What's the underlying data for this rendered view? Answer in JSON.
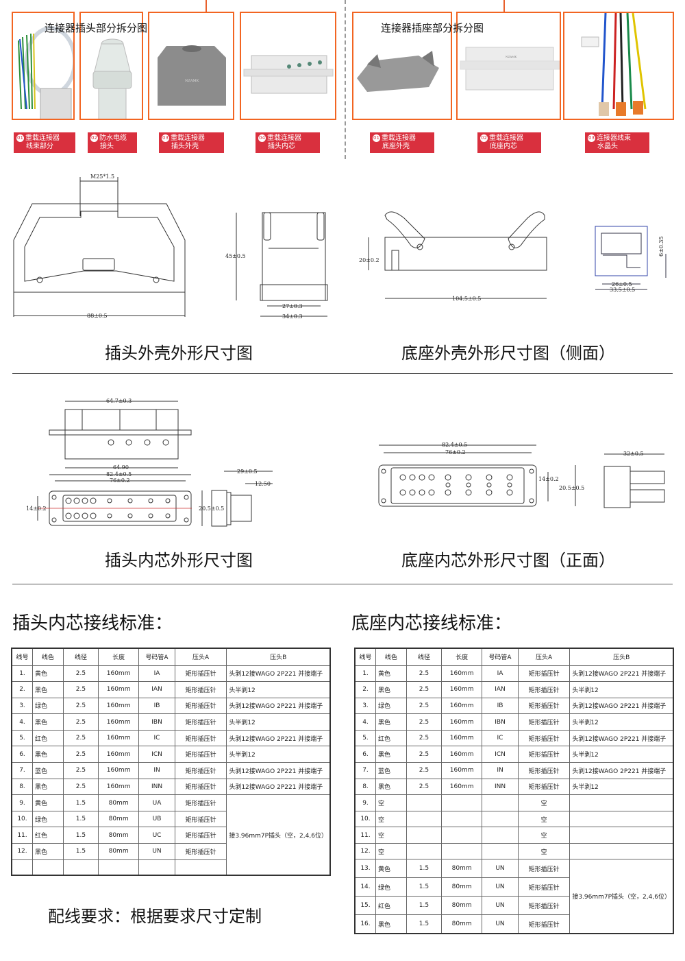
{
  "top": {
    "plug_title": "连接器插头部分拆分图",
    "socket_title": "连接器插座部分拆分图",
    "labels": [
      {
        "num": "01",
        "line1": "重载连接器",
        "line2": "线束部分"
      },
      {
        "num": "02",
        "line1": "防水电缆",
        "line2": "接头"
      },
      {
        "num": "03",
        "line1": "重载连接器",
        "line2": "插头外壳"
      },
      {
        "num": "04",
        "line1": "重载连接器",
        "line2": "插头内芯"
      },
      {
        "num": "01",
        "line1": "重载连接器",
        "line2": "底座外壳"
      },
      {
        "num": "02",
        "line1": "重载连接器",
        "line2": "底座内芯"
      },
      {
        "num": "03",
        "line1": "连接器线束",
        "line2": "水晶头"
      }
    ],
    "brand_mark": "NZAMK",
    "colors": {
      "frame": "#f26522",
      "label_bg": "#d9303e"
    }
  },
  "drawings": {
    "plug_shell": {
      "caption": "插头外壳外形尺寸图",
      "dims": {
        "thread": "M25*1.5",
        "width": "88±0.5",
        "height": "45±0.5",
        "inner": "27±0.3",
        "outer": "34±0.3"
      }
    },
    "base_shell": {
      "caption": "底座外壳外形尺寸图（侧面）",
      "dims": {
        "height": "20±0.2",
        "length": "104.5±0.5",
        "inner": "26±0.5",
        "outer": "33.5±0.5",
        "side": "6±0.35"
      }
    },
    "plug_core": {
      "caption": "插头内芯外形尺寸图",
      "dims": {
        "top": "64.7±0.3",
        "bottom": "64.90",
        "overall": "82.4±0.5",
        "holes": "76±0.2",
        "pitch": "14±0.2",
        "depth": "29±0.5",
        "pin": "12.50",
        "height": "20.5±0.5"
      }
    },
    "base_core": {
      "caption": "底座内芯外形尺寸图（正面）",
      "dims": {
        "overall": "82.4±0.5",
        "holes": "76±0.2",
        "pitch": "14±0.2",
        "height": "20.5±0.5",
        "depth": "32±0.5"
      }
    }
  },
  "plug_wiring": {
    "heading": "插头内芯接线标准：",
    "headers": [
      "线号",
      "线色",
      "线径",
      "长度",
      "号码管A",
      "压头A",
      "压头B"
    ],
    "rows": [
      [
        "1.",
        "黄色",
        "2.5",
        "160mm",
        "IA",
        "矩形插压针",
        "头剥12接WAGO 2P221 并接端子"
      ],
      [
        "2.",
        "黑色",
        "2.5",
        "160mm",
        "IAN",
        "矩形插压针",
        "头半剥12"
      ],
      [
        "3.",
        "绿色",
        "2.5",
        "160mm",
        "IB",
        "矩形插压针",
        "头剥12接WAGO 2P221 并接端子"
      ],
      [
        "4.",
        "黑色",
        "2.5",
        "160mm",
        "IBN",
        "矩形插压针",
        "头半剥12"
      ],
      [
        "5.",
        "红色",
        "2.5",
        "160mm",
        "IC",
        "矩形插压针",
        "头剥12接WAGO 2P221 并接端子"
      ],
      [
        "6.",
        "黑色",
        "2.5",
        "160mm",
        "ICN",
        "矩形插压针",
        "头半剥12"
      ],
      [
        "7.",
        "蓝色",
        "2.5",
        "160mm",
        "IN",
        "矩形插压针",
        "头剥12接WAGO 2P221 并接端子"
      ],
      [
        "8.",
        "黑色",
        "2.5",
        "160mm",
        "INN",
        "矩形插压针",
        "头剥12接WAGO 2P221 并接端子"
      ],
      [
        "9.",
        "黄色",
        "1.5",
        "80mm",
        "UA",
        "矩形插压针"
      ],
      [
        "10.",
        "绿色",
        "1.5",
        "80mm",
        "UB",
        "矩形插压针"
      ],
      [
        "11.",
        "红色",
        "1.5",
        "80mm",
        "UC",
        "矩形插压针"
      ],
      [
        "12.",
        "黑色",
        "1.5",
        "80mm",
        "UN",
        "矩形插压针"
      ],
      [
        "",
        "",
        "",
        "",
        "",
        ""
      ]
    ],
    "merged_b": "接3.96mm7P插头（空，2,4,6位）"
  },
  "socket_wiring": {
    "heading": "底座内芯接线标准：",
    "headers": [
      "线号",
      "线色",
      "线径",
      "长度",
      "号码管A",
      "压头A",
      "压头B"
    ],
    "rows": [
      [
        "1.",
        "黄色",
        "2.5",
        "160mm",
        "IA",
        "矩形插压针",
        "头剥12接WAGO 2P221 并接端子"
      ],
      [
        "2.",
        "黑色",
        "2.5",
        "160mm",
        "IAN",
        "矩形插压针",
        "头半剥12"
      ],
      [
        "3.",
        "绿色",
        "2.5",
        "160mm",
        "IB",
        "矩形插压针",
        "头剥12接WAGO 2P221 并接端子"
      ],
      [
        "4.",
        "黑色",
        "2.5",
        "160mm",
        "IBN",
        "矩形插压针",
        "头半剥12"
      ],
      [
        "5.",
        "红色",
        "2.5",
        "160mm",
        "IC",
        "矩形插压针",
        "头剥12接WAGO 2P221 并接端子"
      ],
      [
        "6.",
        "黑色",
        "2.5",
        "160mm",
        "ICN",
        "矩形插压针",
        "头半剥12"
      ],
      [
        "7.",
        "蓝色",
        "2.5",
        "160mm",
        "IN",
        "矩形插压针",
        "头剥12接WAGO 2P221 并接端子"
      ],
      [
        "8.",
        "黑色",
        "2.5",
        "160mm",
        "INN",
        "矩形插压针",
        "头半剥12"
      ],
      [
        "9.",
        "空",
        "",
        "",
        "",
        "空",
        ""
      ],
      [
        "10.",
        "空",
        "",
        "",
        "",
        "空",
        ""
      ],
      [
        "11.",
        "空",
        "",
        "",
        "",
        "空",
        ""
      ],
      [
        "12.",
        "空",
        "",
        "",
        "",
        "空",
        ""
      ],
      [
        "13.",
        "黄色",
        "1.5",
        "80mm",
        "UN",
        "矩形插压针"
      ],
      [
        "14.",
        "绿色",
        "1.5",
        "80mm",
        "UN",
        "矩形插压针"
      ],
      [
        "15.",
        "红色",
        "1.5",
        "80mm",
        "UN",
        "矩形插压针"
      ],
      [
        "16.",
        "黑色",
        "1.5",
        "80mm",
        "UN",
        "矩形插压针"
      ]
    ],
    "merged_b": "接3.96mm7P插头（空，2,4,6位）"
  },
  "footer_note": "配线要求：根据要求尺寸定制"
}
